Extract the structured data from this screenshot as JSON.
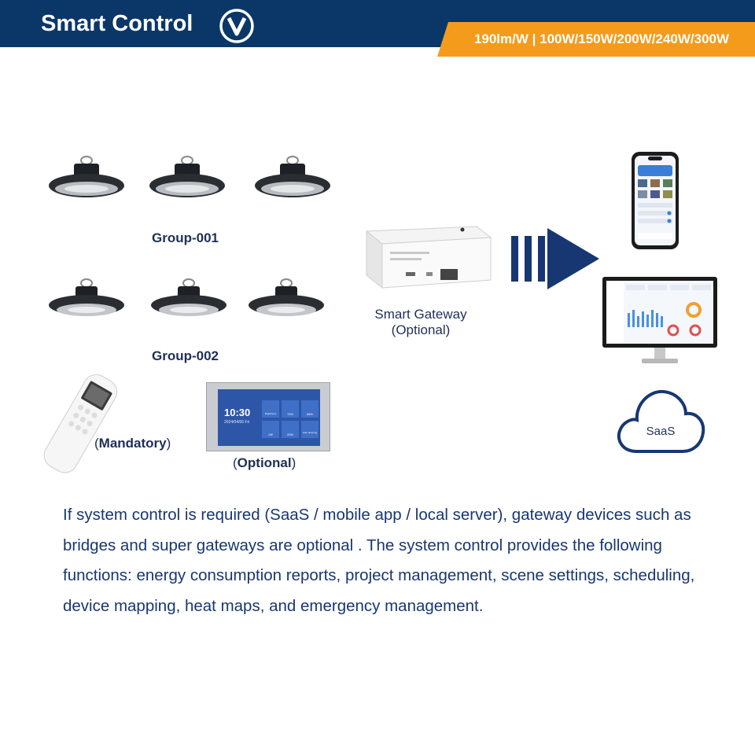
{
  "header": {
    "title": "Smart Control",
    "logo_letter": "V",
    "spec": "190lm/W | 100W/150W/200W/240W/300W",
    "colors": {
      "bar": "#0b3768",
      "tab": "#f49b1c"
    }
  },
  "groups": [
    {
      "label": "Group-001"
    },
    {
      "label": "Group-002"
    }
  ],
  "gateway": {
    "caption_line1": "Smart Gateway",
    "caption_line2": "(Optional)"
  },
  "cloud": {
    "label": "SaaS"
  },
  "remote": {
    "caption_open": "(",
    "caption_bold": "Mandatory",
    "caption_close": ")"
  },
  "panel": {
    "caption_open": "(",
    "caption_bold": "Optional",
    "caption_close": ")",
    "screen_time": "10:30",
    "screen_date": "2024/04/06 Fri",
    "tiles": [
      "Brightness",
      "72%",
      "56%",
      "Off",
      "20%",
      "Auto dimming"
    ]
  },
  "description": "If system control is required (SaaS / mobile app / local server), gateway devices such as bridges and super gateways are optional . The system control provides the following functions: energy consumption reports, project management, scene settings, scheduling, device mapping, heat maps, and emergency management.",
  "icons": [
    "ufo-highbay-lamp-icon",
    "gateway-device-icon",
    "arrow-right-icon",
    "smartphone-icon",
    "monitor-icon",
    "cloud-icon",
    "remote-control-icon",
    "touch-panel-icon"
  ]
}
